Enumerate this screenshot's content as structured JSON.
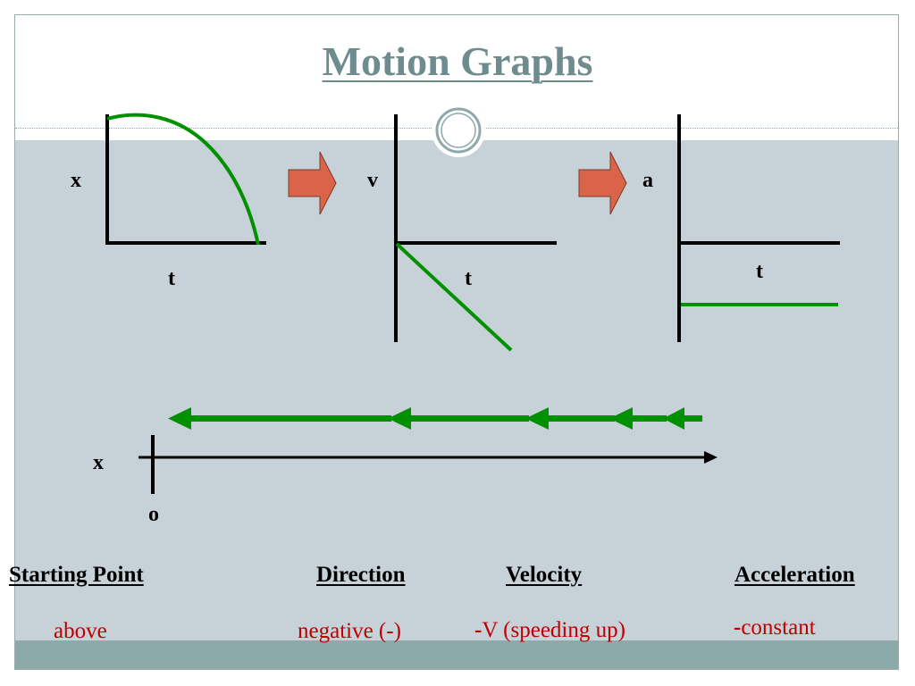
{
  "title": "Motion Graphs",
  "graphs": {
    "position": {
      "y_label": "x",
      "x_label": "t"
    },
    "velocity": {
      "y_label": "v",
      "x_label": "t"
    },
    "acceleration": {
      "y_label": "a",
      "x_label": "t"
    }
  },
  "number_line": {
    "axis_label": "x",
    "origin_label": "o"
  },
  "columns": {
    "starting_point": {
      "header": "Starting Point",
      "value": "above"
    },
    "direction": {
      "header": "Direction",
      "value": "negative (-)"
    },
    "velocity": {
      "header": "Velocity",
      "prefix": "-",
      "value": "V (speeding up)"
    },
    "acceleration": {
      "header": "Acceleration",
      "prefix": "-",
      "value": "constant"
    }
  },
  "colors": {
    "curve_green": "#009000",
    "arrow_fill": "#d9644a",
    "title_color": "#6e8c8e",
    "panel": "#c6d1d8",
    "footer": "#8daaaa",
    "value_red": "#c00000"
  }
}
